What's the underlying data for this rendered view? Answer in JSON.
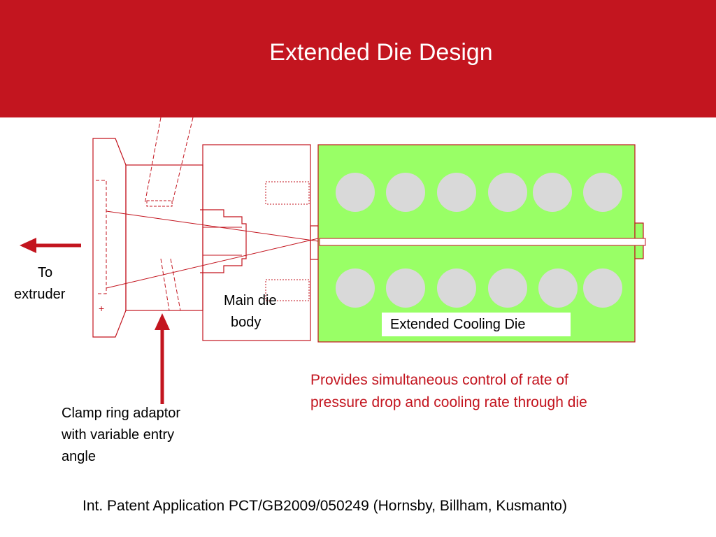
{
  "slide": {
    "title": "Extended Die Design",
    "colors": {
      "header": "#c3151f",
      "die_fill": "#99ff66",
      "outline": "#c3151f",
      "channel_fill": "#d9d9d9",
      "arrow": "#c3151f"
    }
  },
  "labels": {
    "to": "To",
    "extruder": "extruder",
    "main_die_line1": "Main die",
    "main_die_line2": "body",
    "cooling_die": "Extended Cooling Die",
    "clamp_line1": "Clamp ring adaptor",
    "clamp_line2": "with variable entry",
    "clamp_line3": "angle",
    "plus_mark": "+"
  },
  "note": {
    "line1": "Provides simultaneous control of rate of",
    "line2": "pressure drop and cooling rate through die"
  },
  "footer": {
    "citation": "Int. Patent Application PCT/GB2009/050249 (Hornsby, Billham, Kusmanto)"
  },
  "cooling_die": {
    "channel_rows": 2,
    "channels_per_row": 6
  }
}
